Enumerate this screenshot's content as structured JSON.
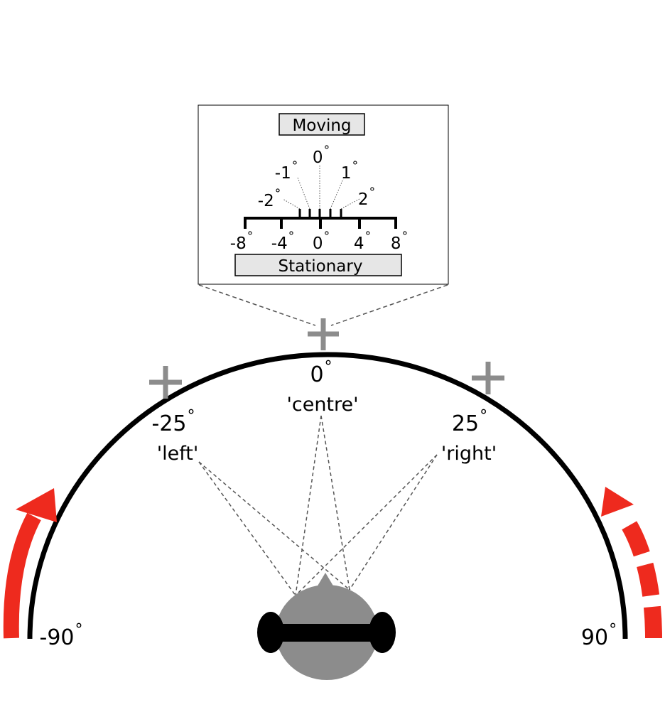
{
  "inset": {
    "moving_label": "Moving",
    "stationary_label": "Stationary",
    "moving_ticks": [
      {
        "value": "-2",
        "deg": "°"
      },
      {
        "value": "-1",
        "deg": "°"
      },
      {
        "value": "0",
        "deg": "°"
      },
      {
        "value": "1",
        "deg": "°"
      },
      {
        "value": "2",
        "deg": "°"
      }
    ],
    "stationary_ticks": [
      {
        "value": "-8",
        "deg": "°"
      },
      {
        "value": "-4",
        "deg": "°"
      },
      {
        "value": "0",
        "deg": "°"
      },
      {
        "value": "4",
        "deg": "°"
      },
      {
        "value": "8",
        "deg": "°"
      }
    ]
  },
  "positions": {
    "left": {
      "angle": "-25",
      "deg": "°",
      "name": "'left'"
    },
    "centre": {
      "angle": "0",
      "deg": "°",
      "name": "'centre'"
    },
    "right": {
      "angle": "25",
      "deg": "°",
      "name": "'right'"
    }
  },
  "extremes": {
    "left": {
      "angle": "-90",
      "deg": "°"
    },
    "right": {
      "angle": "90",
      "deg": "°"
    }
  },
  "colors": {
    "arc": "#000000",
    "marker": "#8c8c8c",
    "arrow": "#ee2a1e",
    "head": "#8c8c8c",
    "headphones": "#000000",
    "box_fill": "#e6e6e6",
    "dashed": "#555555"
  }
}
